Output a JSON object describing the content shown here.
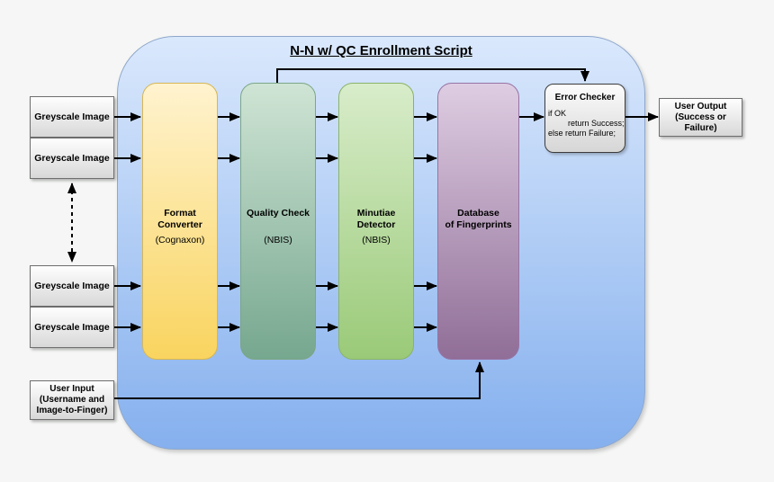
{
  "title": "N-N w/ QC Enrollment Script",
  "greyscale_boxes": [
    "Greyscale Image",
    "Greyscale Image",
    "Greyscale Image",
    "Greyscale Image"
  ],
  "columns": [
    {
      "label": "Format Converter",
      "label2": "",
      "sublabel": "(Cognaxon)",
      "fill_top": "#fff3cf",
      "fill_bottom": "#f9d45f",
      "stroke": "#d6b656"
    },
    {
      "label": "Quality Check",
      "label2": "",
      "sublabel": "(NBIS)",
      "fill_top": "#cfe4d4",
      "fill_bottom": "#76a78f",
      "stroke": "#7ca687"
    },
    {
      "label": "Minutiae Detector",
      "label2": "",
      "sublabel": "(NBIS)",
      "fill_top": "#d8ecca",
      "fill_bottom": "#9aca78",
      "stroke": "#8ab368"
    },
    {
      "label": "Database",
      "label2": "of Fingerprints",
      "sublabel": "",
      "fill_top": "#decde2",
      "fill_bottom": "#906e97",
      "stroke": "#9673a6"
    }
  ],
  "error_checker": {
    "title": "Error Checker",
    "body_line1": "if OK",
    "body_line2": "return Success;",
    "body_line3": "else return Failure;"
  },
  "user_output": {
    "line1": "User Output",
    "line2": "(Success or Failure)"
  },
  "user_input": {
    "line1": "User Input",
    "line2": "(Username and",
    "line3": "Image-to-Finger)"
  },
  "colors": {
    "page_background": "#f5f6f5",
    "container_fill_top": "#dae8fc",
    "container_fill_bottom": "#85b0ee",
    "container_stroke": "#8fa7cb",
    "grey_box_fill_top": "#fefefe",
    "grey_box_fill_bottom": "#d8d8d8",
    "grey_box_stroke": "#6e6e6e",
    "connector": "#000000"
  }
}
